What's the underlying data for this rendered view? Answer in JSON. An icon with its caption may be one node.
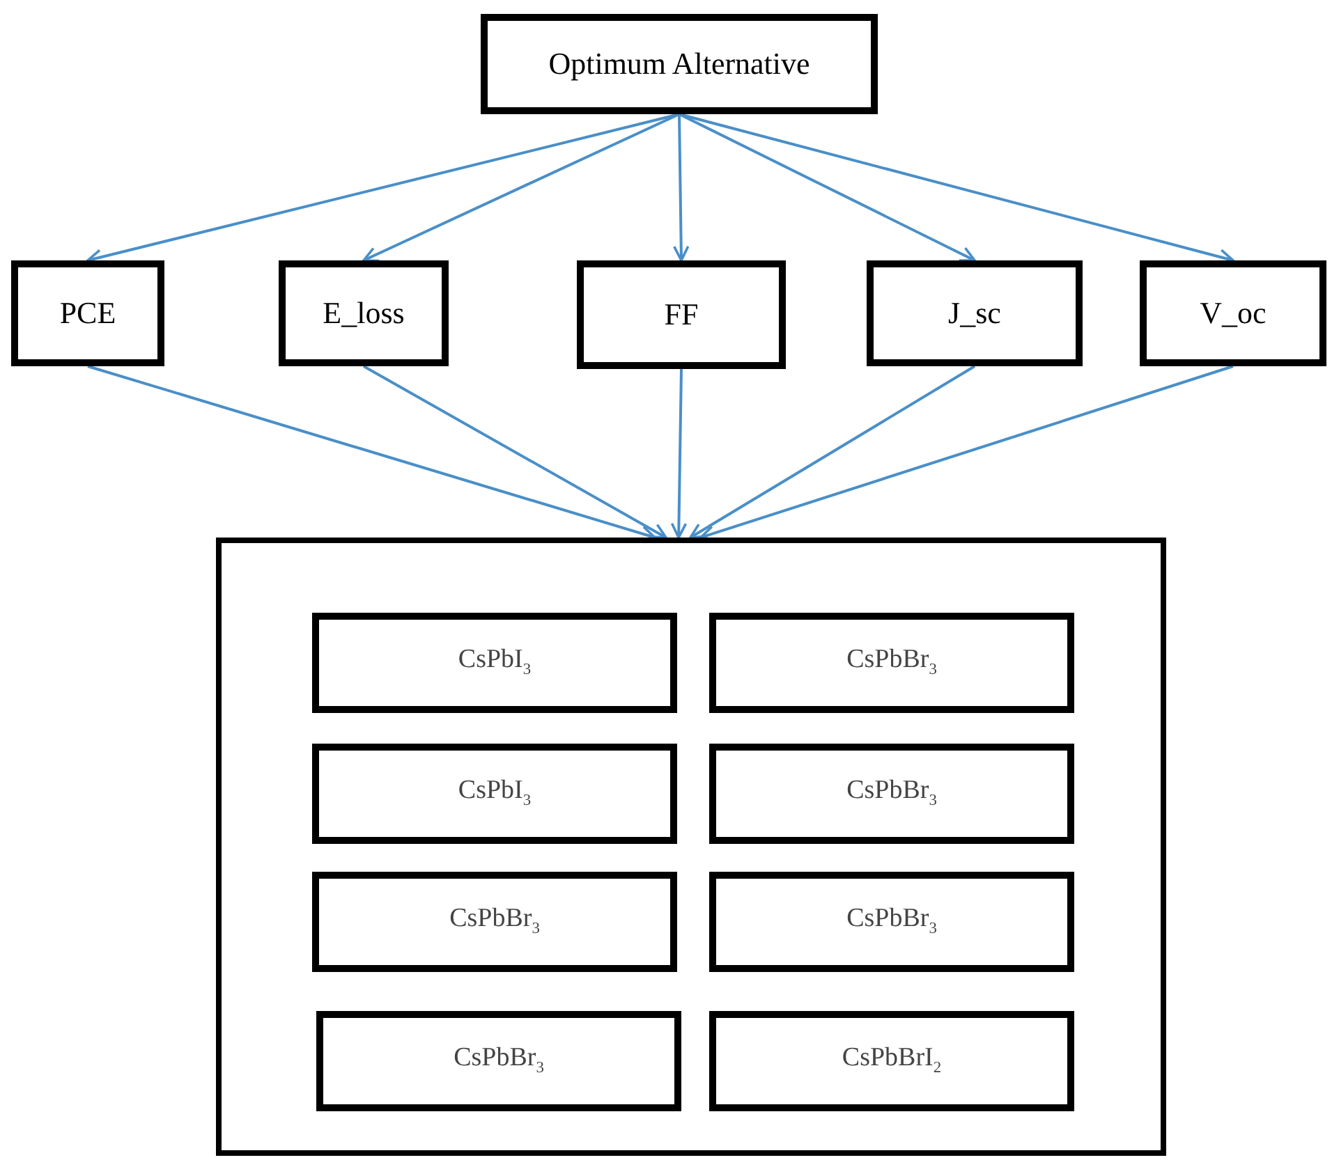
{
  "diagram": {
    "nodes": [
      {
        "text": [
          "Optimum Alternative"
        ]
      },
      {
        "text": [
          "PCE"
        ]
      },
      {
        "text": [
          "E_loss"
        ]
      },
      {
        "text": [
          "FF"
        ]
      },
      {
        "text": [
          "J_sc"
        ]
      },
      {
        "text": [
          "V_oc"
        ]
      },
      {
        "text": [],
        "shape": "box"
      },
      {
        "text": [
          "CsPbI$_{3}$"
        ],
        "in": 6
      },
      {
        "text": [
          "CsPbBr$_{3}$"
        ],
        "in": 6
      },
      {
        "text": [
          "CsPbI$_{3}$"
        ],
        "in": 6
      },
      {
        "text": [
          "CsPbBr$_{3}$"
        ],
        "in": 6
      },
      {
        "text": [
          "CsPbBr$_{3}$"
        ],
        "in": 6
      },
      {
        "text": [
          "CsPbBr$_{3}$"
        ],
        "in": 6
      },
      {
        "text": [
          "CsPbBr$_{3}$"
        ],
        "in": 6
      },
      {
        "text": [
          "CsPbBrI$_{2}$"
        ],
        "in": 6
      }
    ],
    "edges": [
      {
        "from": 0,
        "to": 1,
        "arrow": "to"
      },
      {
        "from": 0,
        "to": 2,
        "arrow": "to"
      },
      {
        "from": 0,
        "to": 3,
        "arrow": "to"
      },
      {
        "from": 0,
        "to": 4,
        "arrow": "to"
      },
      {
        "from": 0,
        "to": 5,
        "arrow": "to"
      },
      {
        "from": 1,
        "to": 6,
        "arrow": "to"
      },
      {
        "from": 2,
        "to": 6,
        "arrow": "to"
      },
      {
        "from": 3,
        "to": 6,
        "arrow": "to"
      },
      {
        "from": 4,
        "to": 6,
        "arrow": "to"
      },
      {
        "from": 5,
        "to": 6,
        "arrow": "to"
      }
    ]
  }
}
